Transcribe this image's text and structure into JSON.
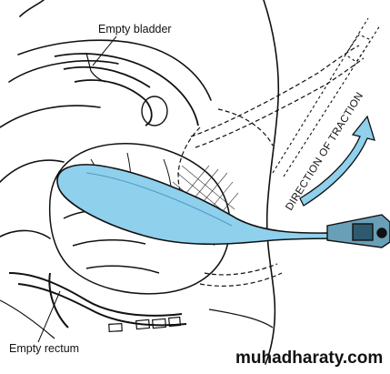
{
  "labels": {
    "bladder": "Empty bladder",
    "rectum": "Empty rectum",
    "traction": "DIRECTION OF TRACTION"
  },
  "watermark": "muhadharaty.com",
  "colors": {
    "instrument": "#8fd0ec",
    "instrument_dark": "#4a9cc6",
    "ink": "#111111"
  }
}
